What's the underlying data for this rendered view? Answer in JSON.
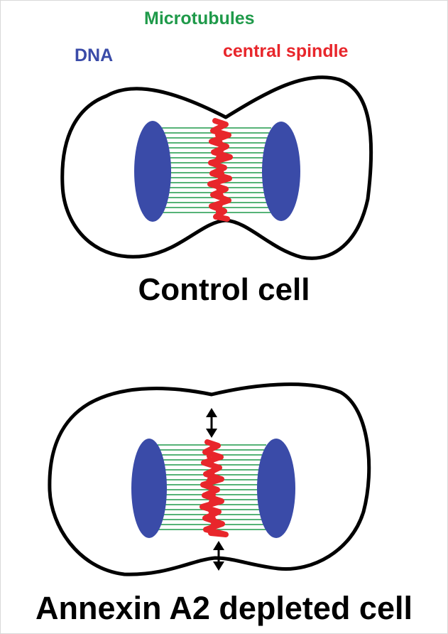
{
  "legend": {
    "microtubules": "Microtubules",
    "dna": "DNA",
    "central_spindle": "central spindle"
  },
  "colors": {
    "microtubules": "#1f9a4a",
    "dna": "#3a4ba8",
    "central_spindle": "#e8262b",
    "cell_outline": "#000000"
  },
  "cells": [
    {
      "id": "control",
      "label": "Control cell"
    },
    {
      "id": "annexin",
      "label": "Annexin A2 depleted cell"
    }
  ]
}
